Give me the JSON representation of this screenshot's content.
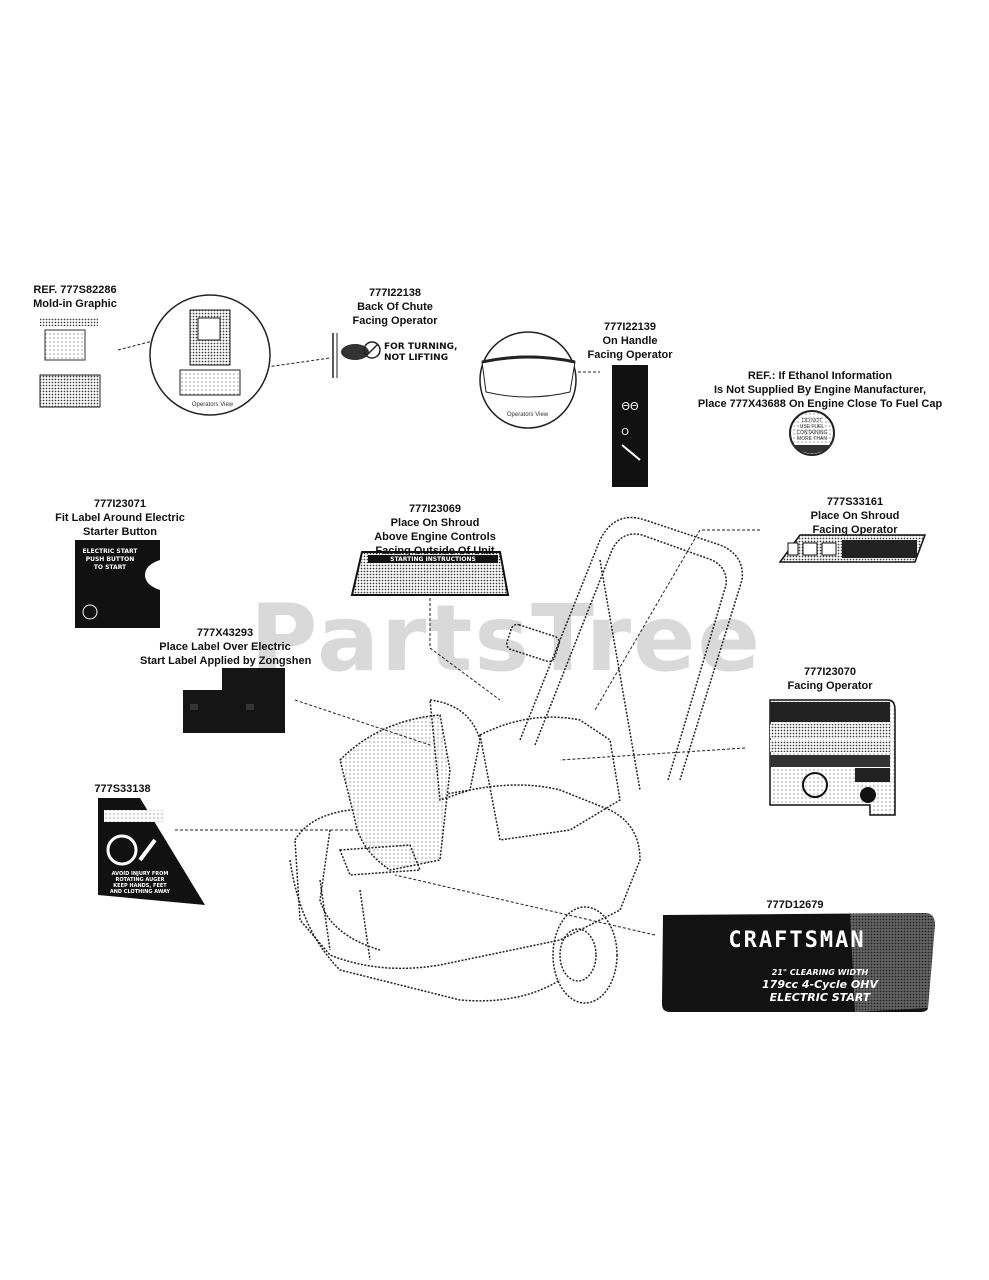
{
  "watermark": "PartsTree",
  "callouts": {
    "ref_mold": {
      "line1": "REF. 777S82286",
      "line2": "Mold-in Graphic"
    },
    "chute": {
      "line1": "777I22138",
      "line2": "Back Of Chute",
      "line3": "Facing Operator"
    },
    "chute_label": {
      "line1": "FOR TURNING,",
      "line2": "NOT LIFTING"
    },
    "handle": {
      "line1": "777I22139",
      "line2": "On Handle",
      "line3": "Facing Operator"
    },
    "ethanol": {
      "line1": "REF.: If Ethanol Information",
      "line2": "Is Not Supplied By Engine Manufacturer,",
      "line3": "Place 777X43688 On Engine Close To Fuel Cap"
    },
    "electric_btn": {
      "line1": "777I23071",
      "line2": "Fit Label Around Electric",
      "line3": "Starter Button"
    },
    "electric_btn_label": {
      "line1": "ELECTRIC START",
      "line2": "PUSH BUTTON",
      "line3": "TO START"
    },
    "shroud_controls": {
      "line1": "777I23069",
      "line2": "Place On Shroud",
      "line3": "Above Engine Controls",
      "line4": "Facing Outside Of Unit"
    },
    "starting_label": "STARTING INSTRUCTIONS",
    "shroud_operator": {
      "line1": "777S33161",
      "line2": "Place On Shroud",
      "line3": "Facing Operator"
    },
    "over_electric": {
      "line1": "777X43293",
      "line2": "Place Label Over Electric",
      "line3": "Start  Label  Applied  by  Zongshen"
    },
    "facing_operator": {
      "line1": "777I23070",
      "line2": "Facing Operator"
    },
    "auger_warning": {
      "line1": "777S33138"
    },
    "auger_label": {
      "line1": "AVOID INJURY FROM",
      "line2": "ROTATING AUGER",
      "line3": "KEEP HANDS, FEET",
      "line4": "AND CLOTHING AWAY"
    },
    "decal": {
      "line1": "777D12679"
    }
  },
  "views": {
    "left": "Operators View",
    "right": "Operators View"
  },
  "decal_text": {
    "brand": "CRAFTSMAN",
    "line1": "21\" CLEARING WIDTH",
    "line2": "179cc 4-Cycle OHV",
    "line3": "ELECTRIC START"
  },
  "ethanol_badge": {
    "line1": "DO NOT",
    "line2": "USE FUEL",
    "line3": "CONTAINING",
    "line4": "MORE THAN"
  },
  "colors": {
    "ink": "#111111",
    "watermark": "#d9d9d9",
    "label_dark": "#1a1a1a"
  }
}
